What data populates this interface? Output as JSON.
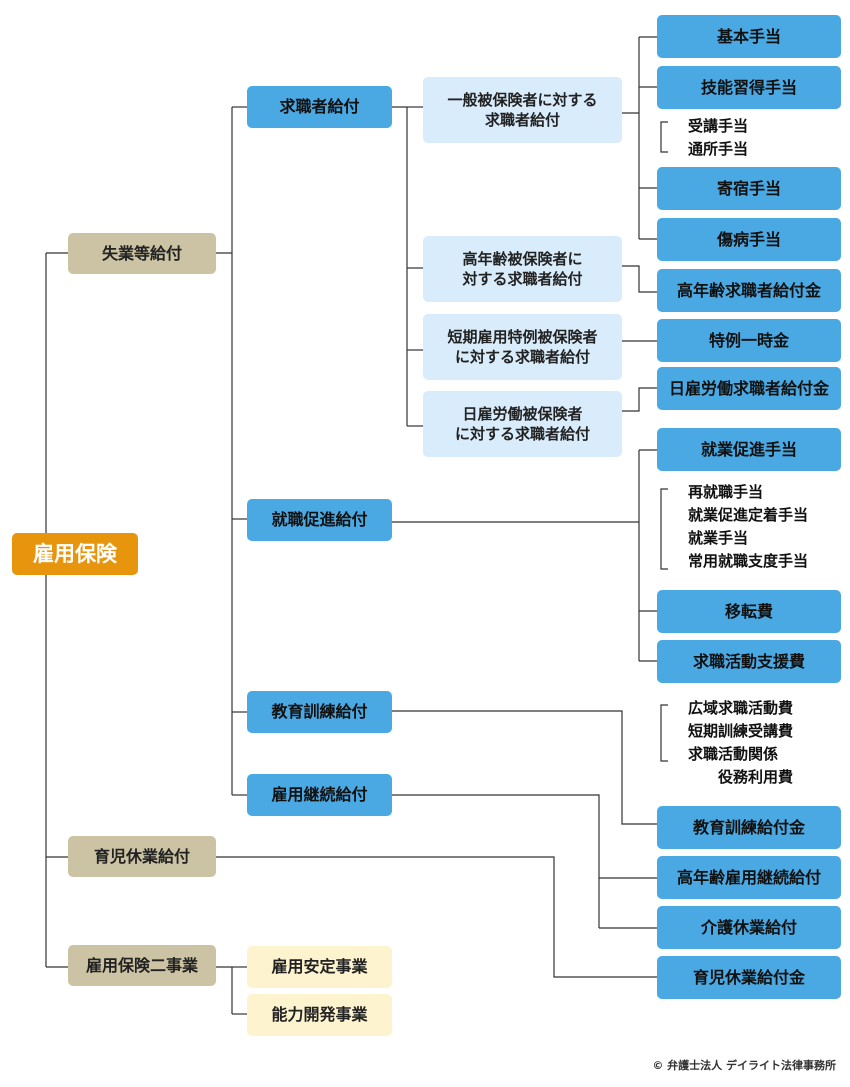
{
  "root": "雇用保険",
  "level1": {
    "unemployment": "失業等給付",
    "childcare": "育児休業給付",
    "two_projects": "雇用保険二事業"
  },
  "level2": {
    "job_seeker": "求職者給付",
    "reemployment": "就職促進給付",
    "education": "教育訓練給付",
    "continuation": "雇用継続給付",
    "stability": "雇用安定事業",
    "ability": "能力開発事業"
  },
  "level3": {
    "general": "一般被保険者に対する\n求職者給付",
    "elderly": "高年齢被保険者に\n対する求職者給付",
    "short_term": "短期雇用特例被保険者\nに対する求職者給付",
    "day_labor": "日雇労働被保険者\nに対する求職者給付"
  },
  "benefits": {
    "basic": "基本手当",
    "skill": "技能習得手当",
    "lodging": "寄宿手当",
    "injury": "傷病手当",
    "elderly_lump": "高年齢求職者給付金",
    "special_lump": "特例一時金",
    "day_labor_benefit": "日雇労働求職者給付金",
    "employment_promotion": "就業促進手当",
    "relocation": "移転費",
    "job_search_support": "求職活動支援費",
    "education_benefit": "教育訓練給付金",
    "elderly_continuation": "高年齢雇用継続給付",
    "care_leave": "介護休業給付",
    "childcare_leave": "育児休業給付金"
  },
  "sub_items": {
    "skill_sub": "受講手当\n通所手当",
    "promotion_sub": "再就職手当\n就業促進定着手当\n就業手当\n常用就職支度手当",
    "support_sub": "広域求職活動費\n短期訓練受講費\n求職活動関係\n　　役務利用費"
  },
  "copyright": "© 弁護士法人 デイライト法律事務所",
  "colors": {
    "root": "#e8950e",
    "level1": "#cbc3a3",
    "benefit": "#4aa9e3",
    "level3": "#d9ecfb",
    "projects": "#fdf3cf",
    "line": "#333333"
  }
}
